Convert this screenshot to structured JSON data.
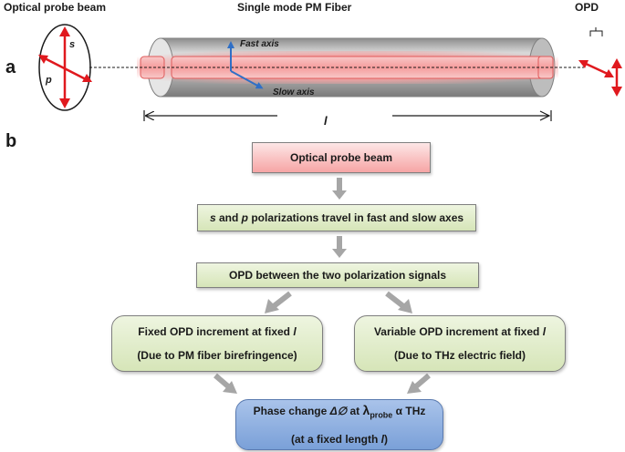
{
  "panel_a": {
    "panel_label": "a",
    "probe_beam_title": "Optical probe beam",
    "fiber_title": "Single mode PM Fiber",
    "opd_title": "OPD",
    "s_label": "s",
    "p_label": "p",
    "fast_axis_label": "Fast axis",
    "slow_axis_label": "Slow axis",
    "length_label": "l"
  },
  "panel_b": {
    "panel_label": "b",
    "box_probe": "Optical probe beam",
    "box_axes": {
      "s": "s",
      "and": " and ",
      "p": "p",
      "rest": " polarizations travel in fast and slow axes"
    },
    "box_opd": "OPD between the two polarization signals",
    "box_fixed": {
      "line1_prefix": "Fixed OPD increment at fixed ",
      "line1_var": "l",
      "line2": "(Due to PM fiber birefringence)"
    },
    "box_variable": {
      "line1_prefix": "Variable OPD increment at fixed ",
      "line1_var": "l",
      "line2": "(Due to THz electric field)"
    },
    "box_phase": {
      "line1_prefix": "Phase change ",
      "delta_phi": "Δ∅",
      "at": " at ",
      "lambda": "λ",
      "probe_sub": "probe",
      "alpha": " α ",
      "thz": "THz",
      "line2_prefix": "(at a fixed length ",
      "line2_var": "l",
      "line2_suffix": ")"
    }
  },
  "colors": {
    "red_arrow": "#e0191e",
    "blue_axis": "#2f6fc6",
    "fiber_gray": "#bdbdbd",
    "core_pink": "#f7b9b9",
    "gray_arrow": "#a6a6a6"
  }
}
